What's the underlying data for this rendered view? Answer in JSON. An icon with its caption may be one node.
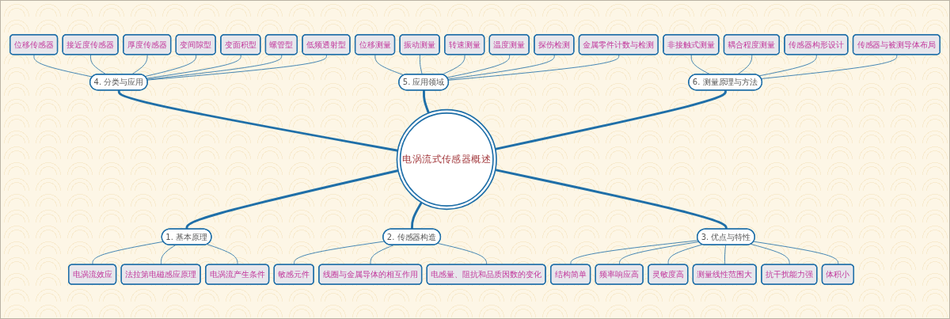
{
  "diagram": {
    "nodes": [
      {
        "text": [
          "位移传感器"
        ]
      },
      {
        "text": [
          "接近度传感器"
        ]
      },
      {
        "text": [
          "厚度传感器"
        ]
      },
      {
        "text": [
          "变间隙型"
        ]
      },
      {
        "text": [
          "变面积型"
        ]
      },
      {
        "text": [
          "螺管型"
        ]
      },
      {
        "text": [
          "低频透射型"
        ]
      },
      {
        "text": [
          "位移测量"
        ]
      },
      {
        "text": [
          "振动测量"
        ]
      },
      {
        "text": [
          "转速测量"
        ]
      },
      {
        "text": [
          "温度测量"
        ]
      },
      {
        "text": [
          "探伤检测"
        ]
      },
      {
        "text": [
          "金属零件计数与检测"
        ]
      },
      {
        "text": [
          "非接触式测量"
        ]
      },
      {
        "text": [
          "耦合程度测量"
        ]
      },
      {
        "text": [
          "传感器构形设计"
        ]
      },
      {
        "text": [
          "传感器与被测导体布局"
        ]
      },
      {
        "text": [
          "4. 分类与应用"
        ]
      },
      {
        "text": [
          "5. 应用领域"
        ]
      },
      {
        "text": [
          "6. 测量原理与方法"
        ]
      },
      {
        "text": [
          "电涡流式传感器概述"
        ]
      },
      {
        "text": [
          "1. 基本原理"
        ]
      },
      {
        "text": [
          "2. 传感器构造"
        ]
      },
      {
        "text": [
          "3. 优点与特性"
        ]
      },
      {
        "text": [
          "电涡流效应"
        ]
      },
      {
        "text": [
          "法拉第电磁感应原理"
        ]
      },
      {
        "text": [
          "电涡流产生条件"
        ]
      },
      {
        "text": [
          "敏感元件"
        ]
      },
      {
        "text": [
          "线圈与金属导体的相互作用"
        ]
      },
      {
        "text": [
          "电感量、阻抗和品质因数的变化"
        ]
      },
      {
        "text": [
          "结构简单"
        ]
      },
      {
        "text": [
          "频率响应高"
        ]
      },
      {
        "text": [
          "灵敏度高"
        ]
      },
      {
        "text": [
          "测量线性范围大"
        ]
      },
      {
        "text": [
          "抗干扰能力强"
        ]
      },
      {
        "text": [
          "体积小"
        ]
      }
    ],
    "edges": [
      {
        "from": 0,
        "to": 17,
        "arrow": "none"
      },
      {
        "from": 1,
        "to": 17,
        "arrow": "none"
      },
      {
        "from": 2,
        "to": 17,
        "arrow": "none"
      },
      {
        "from": 3,
        "to": 17,
        "arrow": "none"
      },
      {
        "from": 4,
        "to": 17,
        "arrow": "none"
      },
      {
        "from": 5,
        "to": 17,
        "arrow": "none"
      },
      {
        "from": 6,
        "to": 17,
        "arrow": "none"
      },
      {
        "from": 7,
        "to": 18,
        "arrow": "none"
      },
      {
        "from": 8,
        "to": 18,
        "arrow": "none"
      },
      {
        "from": 9,
        "to": 18,
        "arrow": "none"
      },
      {
        "from": 10,
        "to": 18,
        "arrow": "none"
      },
      {
        "from": 11,
        "to": 18,
        "arrow": "none"
      },
      {
        "from": 12,
        "to": 18,
        "arrow": "none"
      },
      {
        "from": 13,
        "to": 19,
        "arrow": "none"
      },
      {
        "from": 14,
        "to": 19,
        "arrow": "none"
      },
      {
        "from": 15,
        "to": 19,
        "arrow": "none"
      },
      {
        "from": 16,
        "to": 19,
        "arrow": "none"
      },
      {
        "from": 17,
        "to": 20,
        "arrow": "none",
        "style": "thick"
      },
      {
        "from": 18,
        "to": 20,
        "arrow": "none",
        "style": "thick"
      },
      {
        "from": 19,
        "to": 20,
        "arrow": "none",
        "style": "thick"
      },
      {
        "from": 20,
        "to": 21,
        "arrow": "none",
        "style": "thick"
      },
      {
        "from": 20,
        "to": 22,
        "arrow": "none",
        "style": "thick"
      },
      {
        "from": 20,
        "to": 23,
        "arrow": "none",
        "style": "thick"
      },
      {
        "from": 21,
        "to": 24,
        "arrow": "none"
      },
      {
        "from": 21,
        "to": 25,
        "arrow": "none"
      },
      {
        "from": 21,
        "to": 26,
        "arrow": "none"
      },
      {
        "from": 22,
        "to": 27,
        "arrow": "none"
      },
      {
        "from": 22,
        "to": 28,
        "arrow": "none"
      },
      {
        "from": 22,
        "to": 29,
        "arrow": "none"
      },
      {
        "from": 23,
        "to": 30,
        "arrow": "none"
      },
      {
        "from": 23,
        "to": 31,
        "arrow": "none"
      },
      {
        "from": 23,
        "to": 32,
        "arrow": "none"
      },
      {
        "from": 23,
        "to": 33,
        "arrow": "none"
      },
      {
        "from": 23,
        "to": 34,
        "arrow": "none"
      },
      {
        "from": 23,
        "to": 35,
        "arrow": "none"
      }
    ]
  }
}
